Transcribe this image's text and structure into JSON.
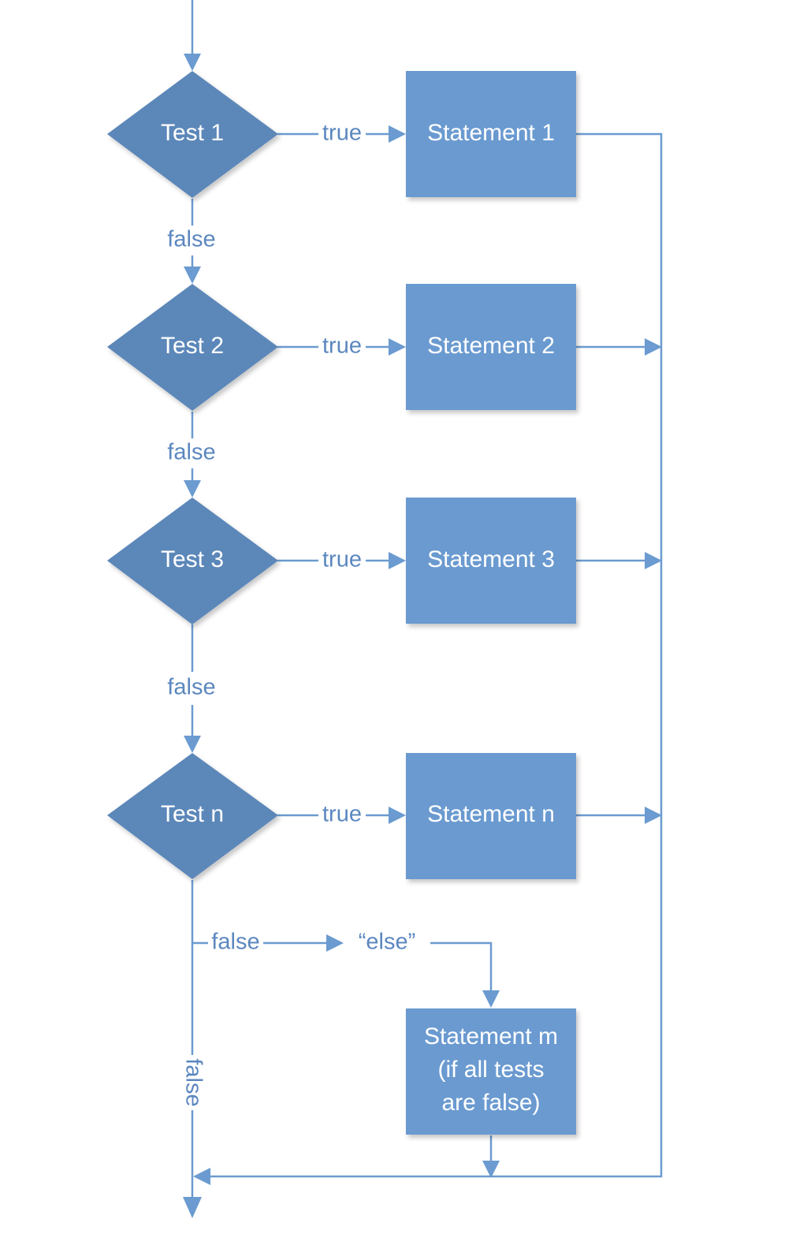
{
  "colors": {
    "decision_fill": "#5b87b9",
    "statement_fill": "#6a9ad0",
    "line": "#6b9bd0",
    "edge_label": "#5b87bf",
    "shape_text": "#ffffff",
    "background": "#ffffff"
  },
  "decisions": [
    {
      "id": "test-1",
      "label": "Test 1"
    },
    {
      "id": "test-2",
      "label": "Test 2"
    },
    {
      "id": "test-3",
      "label": "Test 3"
    },
    {
      "id": "test-n",
      "label": "Test n"
    }
  ],
  "statements": [
    {
      "id": "statement-1",
      "label": "Statement 1"
    },
    {
      "id": "statement-2",
      "label": "Statement 2"
    },
    {
      "id": "statement-3",
      "label": "Statement 3"
    },
    {
      "id": "statement-n",
      "label": "Statement n"
    }
  ],
  "else_statement": {
    "lines": [
      "Statement m",
      "(if all tests",
      "are false)"
    ]
  },
  "edge_labels": {
    "true_labels": [
      "true",
      "true",
      "true",
      "true"
    ],
    "false_labels": [
      "false",
      "false",
      "false"
    ],
    "else_false": "false",
    "else_text": "“else”",
    "final_false": "false"
  }
}
